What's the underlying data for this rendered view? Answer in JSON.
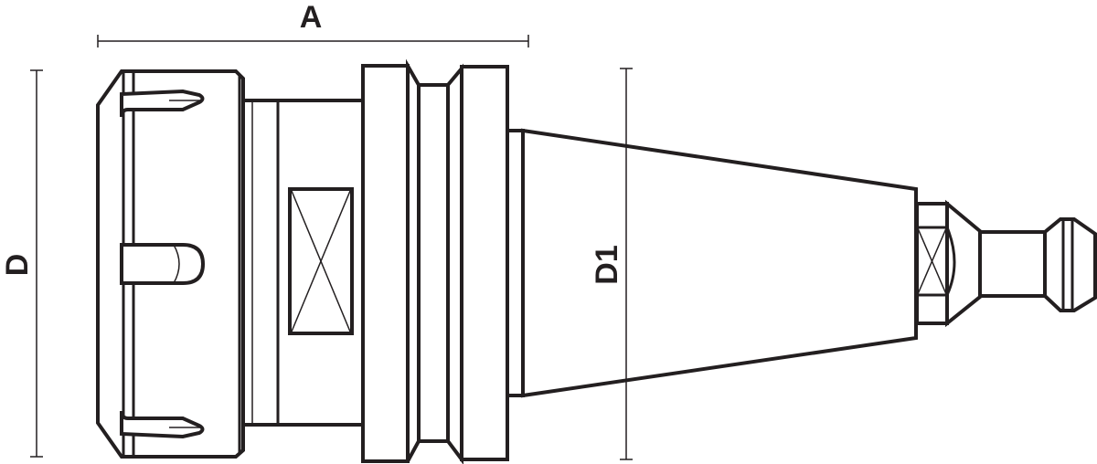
{
  "dimensions": {
    "a_label": "A",
    "d_label": "D",
    "d1_label": "D1"
  },
  "colors": {
    "line": "#231f20",
    "background": "#ffffff"
  }
}
